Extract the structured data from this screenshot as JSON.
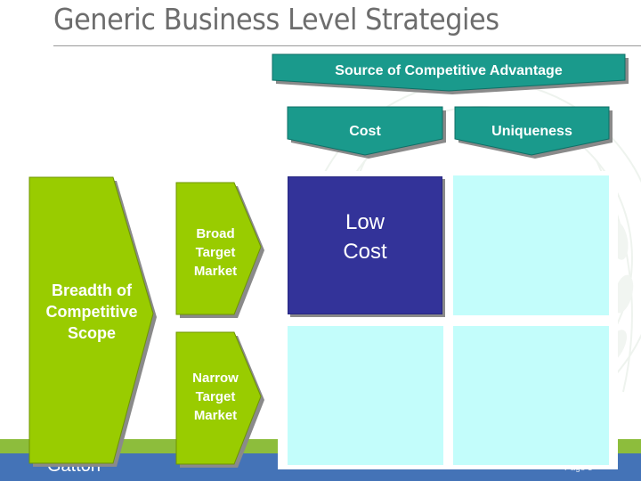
{
  "slide": {
    "title": "Generic Business Level Strategies"
  },
  "header": {
    "source_label": "Source of Competitive Advantage",
    "cost_label": "Cost",
    "uniqueness_label": "Uniqueness"
  },
  "scope": {
    "label_lines": [
      "Breadth of",
      "Competitive",
      "Scope"
    ],
    "broad_lines": [
      "Broad",
      "Target",
      "Market"
    ],
    "narrow_lines": [
      "Narrow",
      "Target",
      "Market"
    ]
  },
  "matrix": {
    "low_cost_lines": [
      "Low",
      "Cost"
    ]
  },
  "footer": {
    "logo_text": "Gatton",
    "page_text": "Page 5"
  },
  "colors": {
    "teal": "#1a9a8c",
    "green": "#99cc00",
    "navy": "#333399",
    "cyan": "#c3fdfb",
    "footer_green": "#8dbd3c",
    "footer_blue": "#4473b7"
  }
}
